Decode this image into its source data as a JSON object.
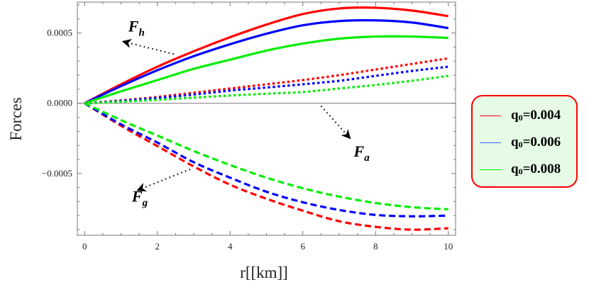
{
  "chart_data": {
    "type": "line",
    "title": "",
    "xlabel": "r[[km]]",
    "ylabel": "Forces",
    "xlim": [
      -0.2,
      10.2
    ],
    "ylim": [
      -0.00094,
      0.00072
    ],
    "xticks": [
      0,
      2,
      4,
      6,
      8,
      10
    ],
    "xtick_labels": [
      "0",
      "2",
      "4",
      "6",
      "8",
      "10"
    ],
    "yticks": [
      -0.0005,
      0.0,
      0.0005
    ],
    "ytick_labels": [
      "-0.0005",
      "0.0000",
      "0.0005"
    ],
    "grid": false,
    "zero_line": true,
    "legend_position": "right-outside",
    "x": [
      0,
      1,
      2,
      3,
      4,
      5,
      6,
      7,
      8,
      9,
      10
    ],
    "series": [
      {
        "name": "F_h, q0=0.004",
        "group": "F_h",
        "q0": "0.004",
        "color": "#ff0000",
        "style": "solid",
        "values": [
          0,
          0.000135,
          0.00026,
          0.00037,
          0.00047,
          0.00056,
          0.000635,
          0.000675,
          0.00068,
          0.00066,
          0.00062
        ]
      },
      {
        "name": "F_h, q0=0.006",
        "group": "F_h",
        "q0": "0.006",
        "color": "#0000ff",
        "style": "solid",
        "values": [
          0,
          0.000122,
          0.000235,
          0.000335,
          0.00042,
          0.000495,
          0.000555,
          0.000585,
          0.00059,
          0.000575,
          0.000535
        ]
      },
      {
        "name": "F_h, q0=0.008",
        "group": "F_h",
        "q0": "0.008",
        "color": "#00ee00",
        "style": "solid",
        "values": [
          0,
          8.5e-05,
          0.000165,
          0.000245,
          0.00031,
          0.000375,
          0.000425,
          0.00046,
          0.000475,
          0.000475,
          0.000465
        ]
      },
      {
        "name": "F_a, q0=0.004",
        "group": "F_a",
        "q0": "0.004",
        "color": "#ff0000",
        "style": "dotted",
        "values": [
          0,
          2e-05,
          4.5e-05,
          7.5e-05,
          0.000105,
          0.000135,
          0.000165,
          0.0002,
          0.00024,
          0.00028,
          0.00032
        ]
      },
      {
        "name": "F_a, q0=0.006",
        "group": "F_a",
        "q0": "0.006",
        "color": "#0000ff",
        "style": "dotted",
        "values": [
          0,
          1.7e-05,
          3.8e-05,
          6.2e-05,
          9e-05,
          0.000112,
          0.000135,
          0.00016,
          0.000195,
          0.00023,
          0.00026
        ]
      },
      {
        "name": "F_a, q0=0.008",
        "group": "F_a",
        "q0": "0.008",
        "color": "#00ee00",
        "style": "dotted",
        "values": [
          0,
          1.1e-05,
          2.4e-05,
          4e-05,
          5.5e-05,
          6.8e-05,
          8e-05,
          0.000105,
          0.00013,
          0.00016,
          0.000195
        ]
      },
      {
        "name": "F_g, q0=0.004",
        "group": "F_g",
        "q0": "0.004",
        "color": "#ff0000",
        "style": "dashed",
        "values": [
          0,
          -0.00016,
          -0.000305,
          -0.00045,
          -0.00058,
          -0.00068,
          -0.000765,
          -0.00084,
          -0.00088,
          -0.0009,
          -0.00089
        ]
      },
      {
        "name": "F_g, q0=0.006",
        "group": "F_g",
        "q0": "0.006",
        "color": "#0000ff",
        "style": "dashed",
        "values": [
          0,
          -0.00015,
          -0.00028,
          -0.00042,
          -0.00053,
          -0.00063,
          -0.000705,
          -0.00076,
          -0.000795,
          -0.000805,
          -0.0008
        ]
      },
      {
        "name": "F_g, q0=0.008",
        "group": "F_g",
        "q0": "0.008",
        "color": "#00ee00",
        "style": "dashed",
        "values": [
          0,
          -0.00012,
          -0.00023,
          -0.00034,
          -0.00044,
          -0.00053,
          -0.000605,
          -0.000665,
          -0.00071,
          -0.00074,
          -0.000755
        ]
      }
    ],
    "annotations": [
      {
        "label": "F",
        "sub": "h",
        "x": 1.2,
        "y": 0.00051,
        "arrow_from": [
          2.45,
          0.00035
        ],
        "arrow_to": [
          1.05,
          0.00044
        ]
      },
      {
        "label": "F",
        "sub": "a",
        "x": 7.4,
        "y": -0.00038,
        "arrow_from": [
          6.5,
          -2e-05
        ],
        "arrow_to": [
          7.3,
          -0.00025
        ]
      },
      {
        "label": "F",
        "sub": "g",
        "x": 1.3,
        "y": -0.0007,
        "arrow_from": [
          2.9,
          -0.00047
        ],
        "arrow_to": [
          1.45,
          -0.00062
        ]
      }
    ]
  },
  "legend": {
    "items": [
      {
        "label_main": "q",
        "label_sub": "0",
        "label_value": "=0.004",
        "color": "#ff0000"
      },
      {
        "label_main": "q",
        "label_sub": "0",
        "label_value": "=0.006",
        "color": "#0000ff"
      },
      {
        "label_main": "q",
        "label_sub": "0",
        "label_value": "=0.008",
        "color": "#00ee00"
      }
    ]
  }
}
